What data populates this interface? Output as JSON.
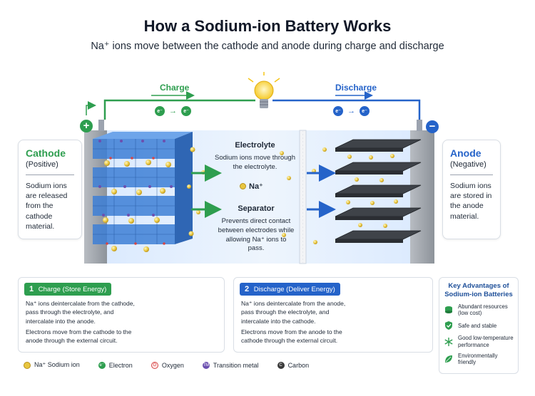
{
  "header": {
    "title": "How a Sodium-ion Battery Works",
    "subtitle": "Na⁺ ions move between the cathode and anode during charge and discharge"
  },
  "circuit": {
    "charge_label": "Charge",
    "discharge_label": "Discharge",
    "electron_symbol": "e⁻",
    "arrow": "→",
    "plus": "+",
    "minus": "−"
  },
  "cathode": {
    "title": "Cathode",
    "sub": "(Positive)",
    "desc": "Sodium ions are released from the cathode material."
  },
  "anode": {
    "title": "Anode",
    "sub": "(Negative)",
    "desc": "Sodium ions are stored in the anode material."
  },
  "electrolyte": {
    "title": "Electrolyte",
    "desc": "Sodium ions move through the electrolyte.",
    "ion_label": "Na⁺"
  },
  "separator": {
    "title": "Separator",
    "desc": "Prevents direct contact between electrodes while allowing Na⁺ ions to pass."
  },
  "steps": [
    {
      "number": "1",
      "title": "Charge (Store Energy)",
      "p1": "Na⁺ ions deintercalate from the cathode, pass through the electrolyte, and intercalate into the anode.",
      "p2": "Electrons move from the cathode to the anode through the external circuit.",
      "color": "#2e9e4f"
    },
    {
      "number": "2",
      "title": "Discharge (Deliver Energy)",
      "p1": "Na⁺ ions deintercalate from the anode, pass through the electrolyte, and intercalate into the cathode.",
      "p2": "Electrons move from the anode to the cathode through the external circuit.",
      "color": "#2563c9"
    }
  ],
  "advantages": {
    "title": "Key Advantages of Sodium-ion Batteries",
    "items": [
      {
        "label": "Abundant resources (low cost)",
        "icon": "coins-icon"
      },
      {
        "label": "Safe and stable",
        "icon": "shield-check-icon"
      },
      {
        "label": "Good low-temperature performance",
        "icon": "snowflake-icon"
      },
      {
        "label": "Environmentally friendly",
        "icon": "leaf-icon"
      }
    ]
  },
  "legend": [
    {
      "label": "Na⁺ Sodium ion",
      "color": "#e8c640",
      "glyph": ""
    },
    {
      "label": "Electron",
      "color": "#2e9e4f",
      "glyph": "e⁻"
    },
    {
      "label": "Oxygen",
      "color": "#d64545",
      "glyph": "O"
    },
    {
      "label": "Transition metal",
      "color": "#6b4fb0",
      "glyph": "TM"
    },
    {
      "label": "Carbon",
      "color": "#3a3a3a",
      "glyph": "C"
    }
  ],
  "colors": {
    "charge_green": "#2e9e4f",
    "discharge_blue": "#2563c9",
    "cathode_blue": "#3d7fd6",
    "sodium_yellow": "#e8c640"
  }
}
